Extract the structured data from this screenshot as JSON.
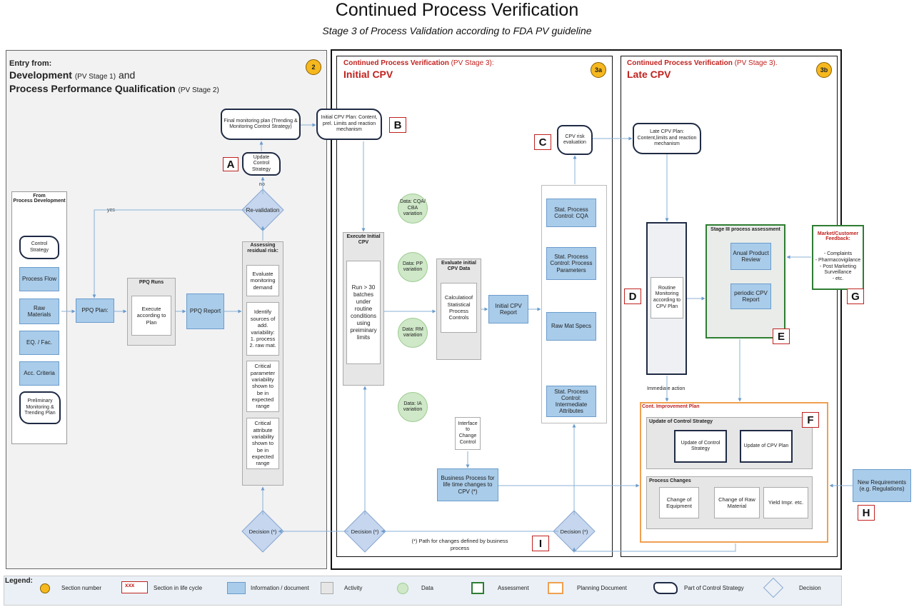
{
  "header": {
    "title": "Continued Process Verification",
    "subtitle": "Stage 3 of  Process Validation according to FDA PV guideline"
  },
  "left_panel": {
    "entry_from": "Entry from:",
    "dev": "Development",
    "dev_stage": "(PV Stage 1)",
    "and": "and",
    "ppq": "Process Performance Qualification",
    "ppq_stage": "(PV Stage 2)",
    "section_number": "2",
    "from_dev_title": "From\nProcess Development",
    "from_dev_items": [
      "Control Strategy",
      "Process Flow",
      "Raw Materials",
      "EQ. / Fac.",
      "Acc. Criteria",
      "Preliminary Monitoring & Trending Plan"
    ],
    "ppq_plan": "PPQ Plan:",
    "ppq_runs_title": "PPQ Runs",
    "ppq_runs_item": "Execute according to Plan",
    "ppq_report": "PPQ Report",
    "assess_title": "Assessing residual risk:",
    "assess_items": [
      "Evaluate monitoring demand",
      "Identify sources of add. variability: 1. process 2. raw mat.",
      "Critical parameter variability shown to be in expected range",
      "Critical attribute variability shown to be in expected range"
    ],
    "revalidation": "Re-validation",
    "yes": "yes",
    "no": "no",
    "update_control": "Update Control Strategy",
    "final_plan": "Final monitoring plan (Trending & Monitoring Control Strategy)",
    "label_a": "A",
    "decision": "Decision (*)"
  },
  "panel_3a": {
    "heading": "Continued Process Verification",
    "heading_stage": "(PV Stage 3):",
    "subheading": "Initial CPV",
    "section_number": "3a",
    "initial_plan": "Initial CPV Plan: Content, prel. Limits and reaction mechanism",
    "label_b": "B",
    "execute_title": "Execute Initial CPV",
    "execute_item": "Run > 30 batches under routine conditions using preiminary limits",
    "data_items": [
      "Data: CQA/ CBA variation",
      "Data: PP variation",
      "Data: RM variation",
      "Data: IA variation"
    ],
    "evaluate_title": "Evaluate initial CPV Data",
    "evaluate_item": "Calculatioof Statistical Process Controls",
    "initial_report": "Initial CPV Report",
    "stat_items": [
      "Stat. Process Control: CQA",
      "Stat. Process Control: Process Parameters",
      "Raw Mat Specs",
      "Stat. Process Control: Intermediate Attributes"
    ],
    "cpv_risk": "CPV risk evaluation",
    "label_c": "C",
    "interface": "Interface to Change Control",
    "business": "Business Process for life time changes to CPV (*)",
    "decision_left": "Decision (*)",
    "decision_right": "Decision (*)",
    "footnote": "(*) Path for changes defined by business process",
    "label_i": "I"
  },
  "panel_3b": {
    "heading": "Continued Process Verification",
    "heading_stage": "(PV Stage 3).",
    "subheading": "Late CPV",
    "section_number": "3b",
    "late_plan": "Late CPV Plan: Content,limits and reaction mechanism",
    "routine": "Routine Monitoring according to CPV Plan",
    "label_d": "D",
    "stage3_title": "Stage III process assessment",
    "stage3_items": [
      "Anual Product Review",
      "periodic CPV Report"
    ],
    "label_e": "E",
    "market_title": "Market/Customer Feedback:",
    "market_items": "- Complaints\n- Pharmacovigilance\n- Post Marketing Surveillance\n- etc.",
    "label_g": "G",
    "immediate": "Immediate action",
    "improvement_title": "Cont. Improvement Plan",
    "update_title": "Update of Control Strategy",
    "update_items": [
      "Update of Control Strategy",
      "Update of CPV Plan"
    ],
    "label_f": "F",
    "changes_title": "Process Changes",
    "changes_items": [
      "Change of Equipment",
      "Change of Raw Material",
      "Yield Impr. etc."
    ],
    "new_req": "New Requirements (e.g. Regulations)",
    "label_h": "H"
  },
  "legend": {
    "title": "Legend:",
    "section_number": "Section number",
    "xxx": "xxx",
    "section_life": "Section in life cycle",
    "info": "Information / document",
    "activity": "Activity",
    "data": "Data",
    "assessment": "Assessment",
    "planning": "Planning Document",
    "control": "Part of Control Strategy",
    "decision": "Decision"
  },
  "colors": {
    "accent_red": "#c0221f",
    "section_yellow": "#f6b81f",
    "info_blue": "#a9ccea",
    "data_green": "#cfe8c8",
    "assessment_green": "#2e7d32",
    "planning_orange": "#f0a050"
  }
}
